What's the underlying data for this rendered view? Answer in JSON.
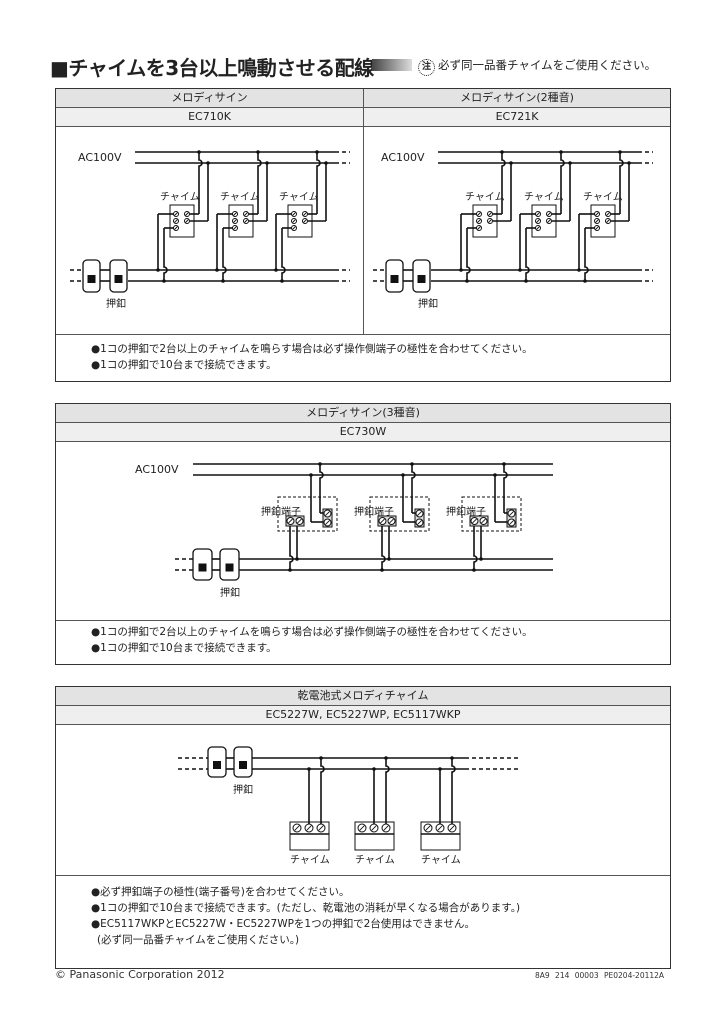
{
  "title": "■チャイムを3台以上鳴動させる配線",
  "note": {
    "icon": "注",
    "text": "必ず同一品番チャイムをご使用ください。"
  },
  "section1": {
    "left": {
      "header": "メロディサイン",
      "model": "EC710K",
      "ac_label": "AC100V",
      "chime_label": "チャイム",
      "button_label": "押釦"
    },
    "right": {
      "header": "メロディサイン(2種音)",
      "model": "EC721K",
      "ac_label": "AC100V",
      "chime_label": "チャイム",
      "button_label": "押釦"
    },
    "notes": [
      "●1コの押釦で2台以上のチャイムを鳴らす場合は必ず操作側端子の極性を合わせてください。",
      "●1コの押釦で10台まで接続できます。"
    ]
  },
  "section2": {
    "header": "メロディサイン(3種音)",
    "model": "EC730W",
    "ac_label": "AC100V",
    "terminal_label": "押釦端子",
    "button_label": "押釦",
    "notes": [
      "●1コの押釦で2台以上のチャイムを鳴らす場合は必ず操作側端子の極性を合わせてください。",
      "●1コの押釦で10台まで接続できます。"
    ]
  },
  "section3": {
    "header": "乾電池式メロディチャイム",
    "model": "EC5227W, EC5227WP, EC5117WKP",
    "chime_label": "チャイム",
    "button_label": "押釦",
    "notes": [
      "●必ず押釦端子の極性(端子番号)を合わせてください。",
      "●1コの押釦で10台まで接続できます。(ただし、乾電池の消耗が早くなる場合があります。)",
      "●EC5117WKPとEC5227W・EC5227WPを1つの押釦で2台使用はできません。",
      "(必ず同一品番チャイムをご使用ください。)"
    ]
  },
  "footer": {
    "copyright": "© Panasonic Corporation 2012",
    "code": "8A9 214 00003   PE0204-20112A"
  }
}
